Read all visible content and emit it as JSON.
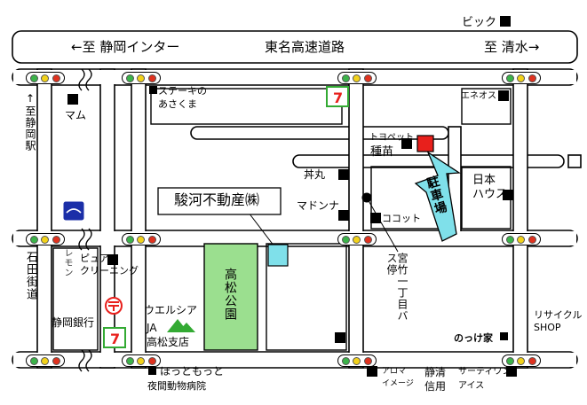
{
  "expressway": {
    "to_left": "←至 静岡インター",
    "name": "東名高速道路",
    "to_right": "至 清水→"
  },
  "labels": {
    "big": "ビック",
    "eneos": "エネオス",
    "steak": "ステーキの\nあさくま",
    "mam": "マム",
    "to_station": "↑至静岡駅",
    "toyopet": "トヨペット",
    "tanae": "種苗",
    "donmaru": "丼丸",
    "nihon_house": "日本\nハウス",
    "madonna": "マドンナ",
    "cocot": "ココット",
    "parking": "駐車場",
    "company": "駿河不動産㈱",
    "remon": "レモン",
    "pure_cleaning": "ピュア\nクリーニング",
    "ishida_street": "石田街道",
    "takamatsu_park": "高松公園",
    "miyatake_bus": "宮竹一丁目バス停",
    "shizuoka_bank": "静岡銀行",
    "welcia": "ウエルシア",
    "ja_branch": "JA\n高松支店",
    "notsukeya": "のっけ家",
    "recycle": "リサイクル\nSHOP",
    "hottomotto": "ほっともっと",
    "yakan": "夜間動物病院",
    "aroma": "アロマ\nイメージ",
    "seisei": "静清\n信用",
    "thirty": "サーティワン\nアイス"
  },
  "colors": {
    "company_marker": "#7fe0ea",
    "toyopet_marker": "#e8201c",
    "parking_arrow": "#7fe0ea",
    "park_fill": "#9bdf8f",
    "road_fill": "#ffffff"
  },
  "icons": [
    "seven-eleven-icon",
    "ja-logo-icon",
    "post-office-icon",
    "bank-logo-icon",
    "traffic-light-icon",
    "bus-stop-icon",
    "river-wave-icon"
  ]
}
